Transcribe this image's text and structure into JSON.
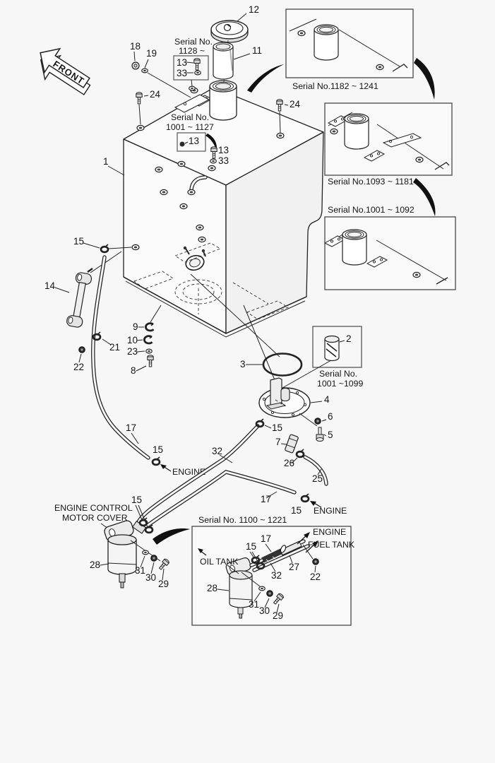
{
  "labels": {
    "front": "FRONT",
    "engine": "ENGINE",
    "oil_tank": "OIL TANK",
    "fuel_tank": "FUEL TANK",
    "ecm1": "ENGINE CONTROL",
    "ecm2": "MOTOR COVER"
  },
  "serials": {
    "box_top": "Serial No.1182 ~ 1241",
    "box_mid": "Serial No.1093 ~ 1181",
    "box_low": "Serial No.1001 ~ 1092",
    "box_bottom": "Serial No. 1100 ~ 1221",
    "i1128_1": "Serial No.",
    "i1128_2": "1128 ~",
    "i1127_1": "Serial No.",
    "i1127_2": "1001 ~ 1127",
    "i1099_1": "Serial No.",
    "i1099_2": "1001 ~1099"
  },
  "callouts": {
    "c1": "1",
    "c2": "2",
    "c3": "3",
    "c4": "4",
    "c5": "5",
    "c6": "6",
    "c7": "7",
    "c8": "8",
    "c9": "9",
    "c10": "10",
    "c11": "11",
    "c12": "12",
    "c13": "13",
    "c14": "14",
    "c15": "15",
    "c17": "17",
    "c18": "18",
    "c19": "19",
    "c21": "21",
    "c22": "22",
    "c23": "23",
    "c24": "24",
    "c25": "25",
    "c26": "26",
    "c27": "27",
    "c28": "28",
    "c29": "29",
    "c30": "30",
    "c31": "31",
    "c32": "32",
    "c33": "33"
  },
  "colors": {
    "background": "#f7f7f7",
    "line": "#1a1a1a",
    "box_border": "#555555"
  }
}
